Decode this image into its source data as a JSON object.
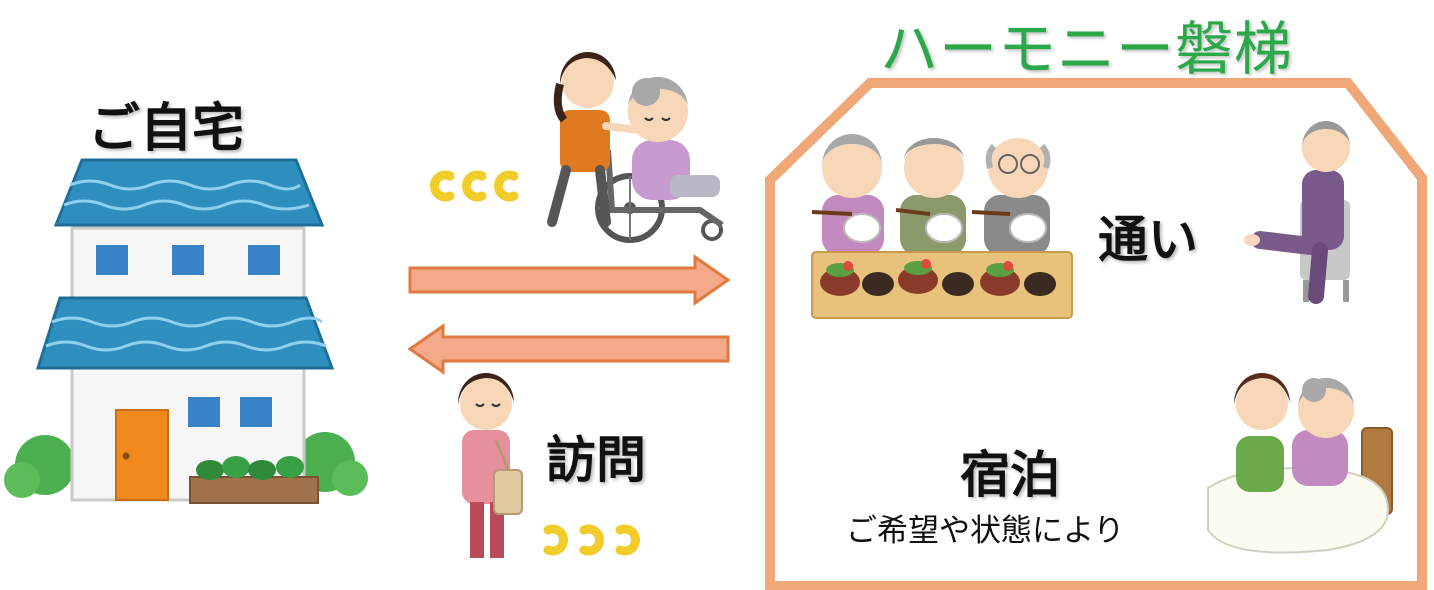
{
  "diagram": {
    "title": "ハーモニー磐梯",
    "home_label": "ご自宅",
    "services": {
      "kayoi": "通い",
      "houmon": "訪問",
      "shukuhaku": "宿泊",
      "shukuhaku_note": "ご希望や状態により"
    },
    "colors": {
      "title_green": "#2aa84a",
      "facility_border": "#f0a878",
      "arrow_fill": "#f4a98a",
      "arrow_stroke": "#e07a40",
      "roof_blue": "#2e8fbf",
      "motion_yellow": "#f2cc2a"
    },
    "icons": [
      "house-icon",
      "caregiver-wheelchair-icon",
      "visiting-caregiver-icon",
      "dining-elderly-icon",
      "exercise-elderly-icon",
      "bedside-care-icon"
    ]
  }
}
